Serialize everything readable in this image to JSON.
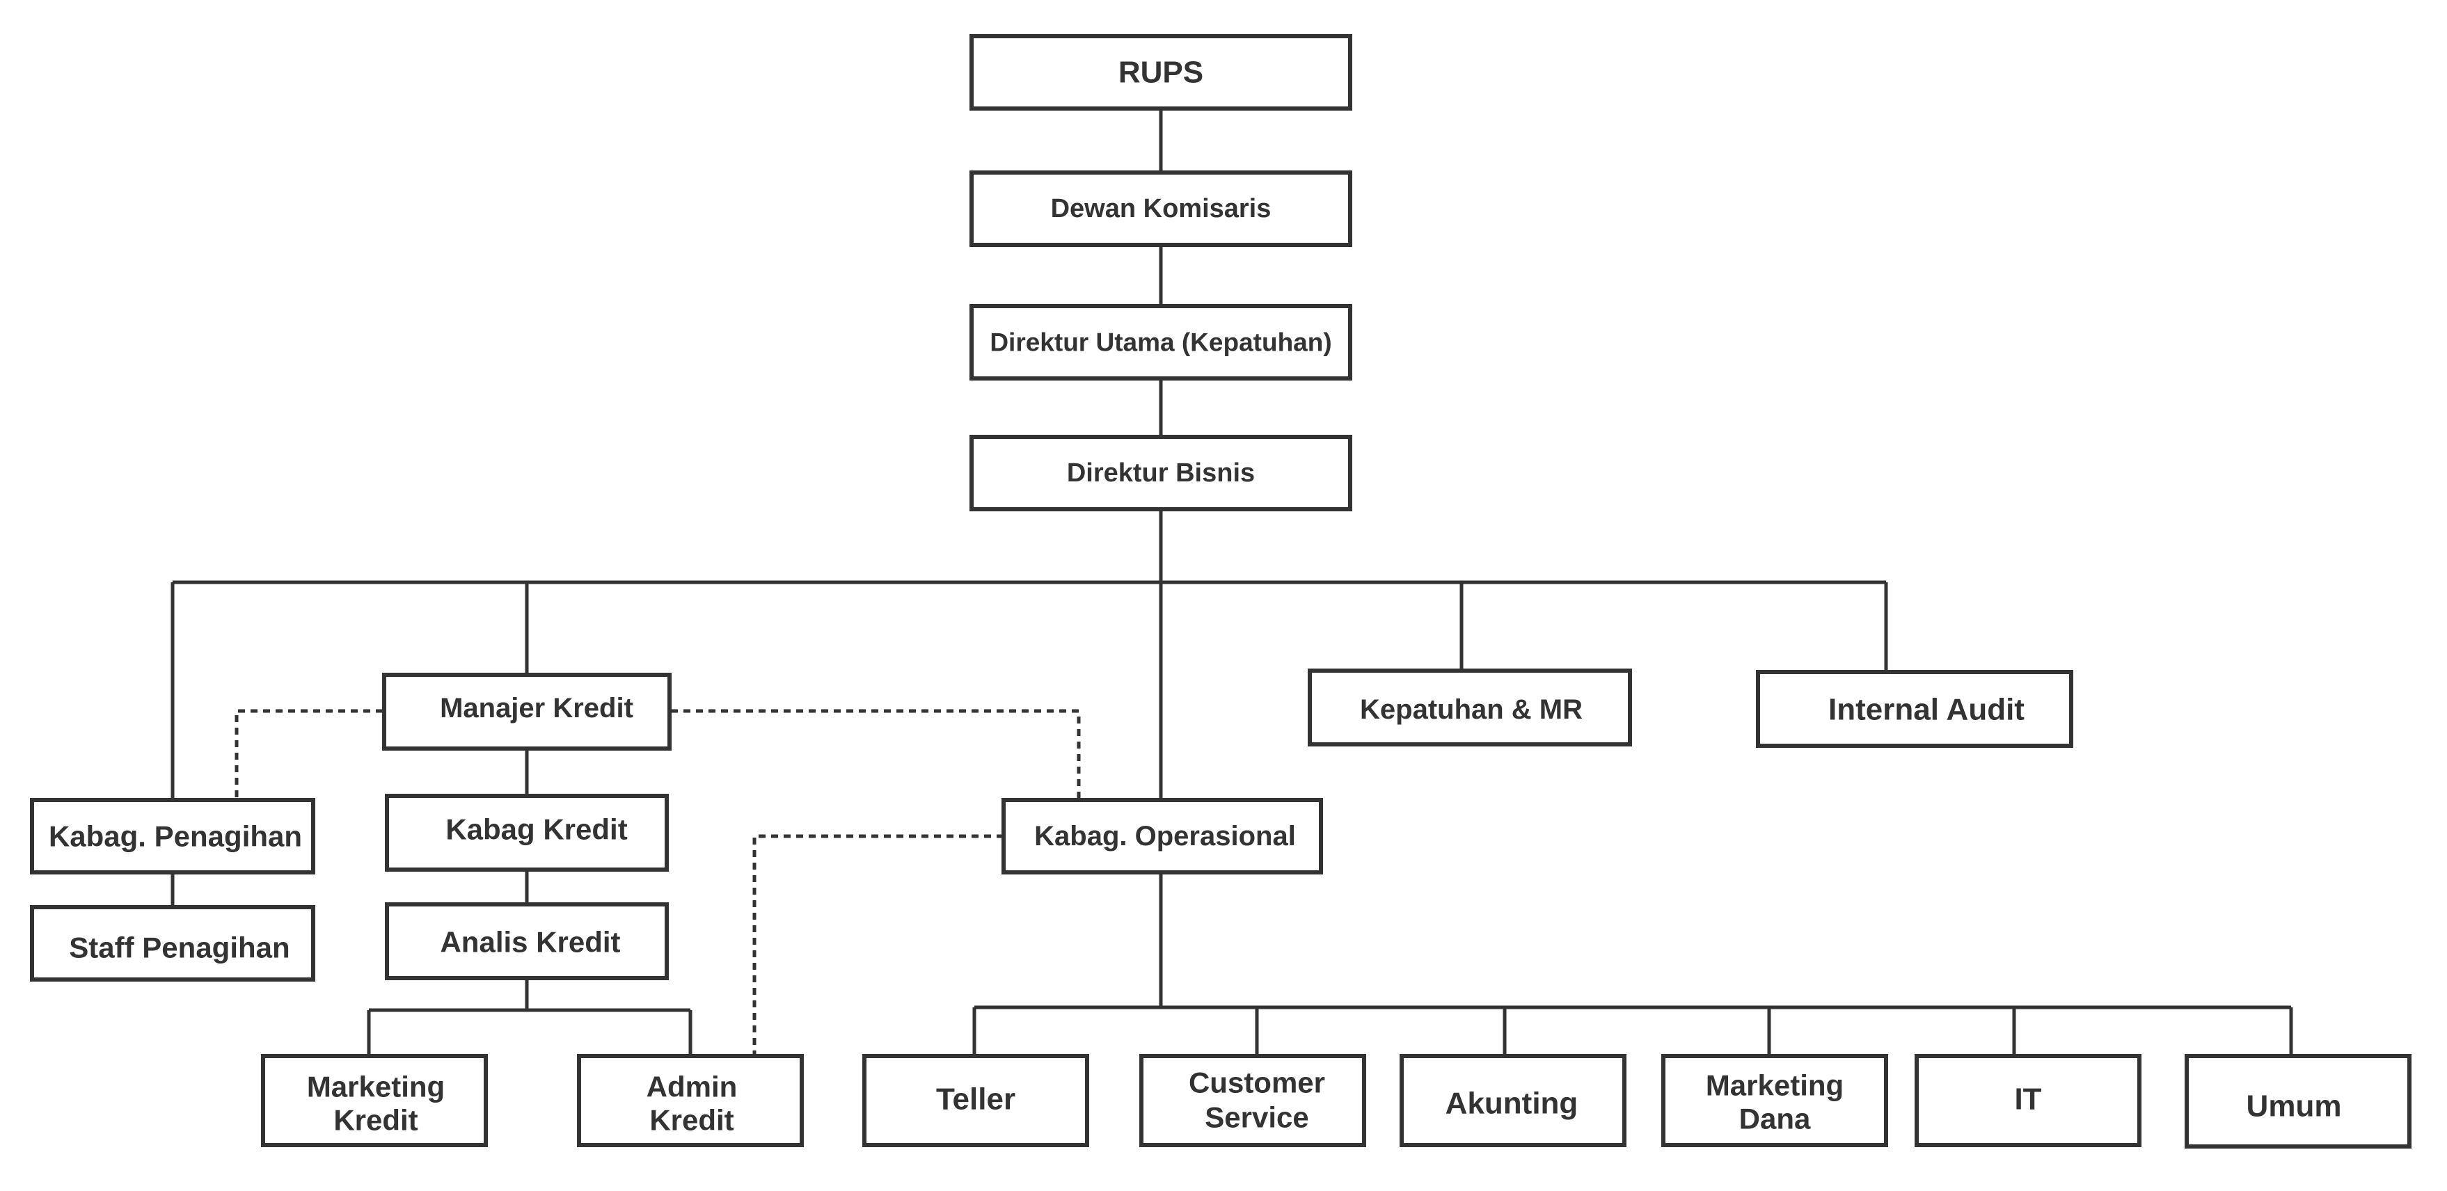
{
  "org_chart": {
    "nodes": {
      "rups": [
        "RUPS"
      ],
      "dewan_komisaris": [
        "Dewan Komisaris"
      ],
      "direktur_utama": [
        "Direktur Utama (Kepatuhan)"
      ],
      "direktur_bisnis": [
        "Direktur Bisnis"
      ],
      "manajer_kredit": [
        "Manajer Kredit"
      ],
      "kepatuhan_mr": [
        "Kepatuhan & MR"
      ],
      "internal_audit": [
        "Internal Audit"
      ],
      "kabag_penagihan": [
        "Kabag. Penagihan"
      ],
      "staff_penagihan": [
        "Staff Penagihan"
      ],
      "kabag_kredit": [
        "Kabag Kredit"
      ],
      "analis_kredit": [
        "Analis Kredit"
      ],
      "kabag_operasional": [
        "Kabag. Operasional"
      ],
      "marketing_kredit": [
        "Marketing",
        "Kredit"
      ],
      "admin_kredit": [
        "Admin",
        "Kredit"
      ],
      "teller": [
        "Teller"
      ],
      "customer_service": [
        "Customer",
        "Service"
      ],
      "akunting": [
        "Akunting"
      ],
      "marketing_dana": [
        "Marketing",
        "Dana"
      ],
      "it": [
        "IT"
      ],
      "umum": [
        "Umum"
      ]
    },
    "edges": [
      [
        "rups",
        "dewan_komisaris"
      ],
      [
        "dewan_komisaris",
        "direktur_utama"
      ],
      [
        "direktur_utama",
        "direktur_bisnis"
      ],
      [
        "direktur_bisnis",
        "kabag_penagihan"
      ],
      [
        "direktur_bisnis",
        "manajer_kredit"
      ],
      [
        "direktur_bisnis",
        "kabag_operasional"
      ],
      [
        "direktur_bisnis",
        "kepatuhan_mr"
      ],
      [
        "direktur_bisnis",
        "internal_audit"
      ],
      [
        "kabag_penagihan",
        "staff_penagihan"
      ],
      [
        "manajer_kredit",
        "kabag_kredit"
      ],
      [
        "kabag_kredit",
        "analis_kredit"
      ],
      [
        "analis_kredit",
        "marketing_kredit"
      ],
      [
        "analis_kredit",
        "admin_kredit"
      ],
      [
        "kabag_operasional",
        "teller"
      ],
      [
        "kabag_operasional",
        "customer_service"
      ],
      [
        "kabag_operasional",
        "akunting"
      ],
      [
        "kabag_operasional",
        "marketing_dana"
      ],
      [
        "kabag_operasional",
        "it"
      ],
      [
        "kabag_operasional",
        "umum"
      ]
    ],
    "dashed_links": [
      [
        "manajer_kredit",
        "kabag_penagihan"
      ],
      [
        "manajer_kredit",
        "kabag_operasional"
      ],
      [
        "kabag_operasional",
        "admin_kredit"
      ]
    ],
    "colors": {
      "line": "#333333",
      "box_border": "#333333",
      "text": "#333333",
      "background": "#ffffff"
    }
  }
}
